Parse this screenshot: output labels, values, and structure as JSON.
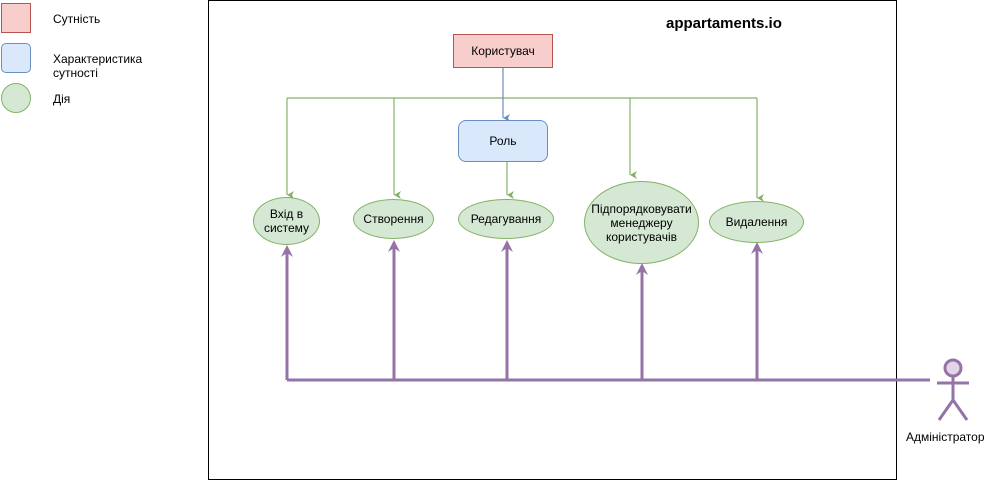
{
  "legend": {
    "entity": "Сутність",
    "attribute": "Характеристика\nсутності",
    "action": "Дія"
  },
  "title": "appartaments.io",
  "nodes": {
    "user": "Користувач",
    "role": "Роль",
    "login": "Вхід в\nсистему",
    "create": "Створення",
    "edit": "Редагування",
    "assign": "Підпорядковувати\nменеджеру\nкористувачів",
    "delete": "Видалення"
  },
  "actor": "Адміністратор",
  "colors": {
    "entity_fill": "#f8cecc",
    "attribute_fill": "#dae8fc",
    "action_fill": "#d5e8d4",
    "green_line": "#82b366",
    "blue_line": "#6c8ebf",
    "actor_line": "#9673a6"
  }
}
